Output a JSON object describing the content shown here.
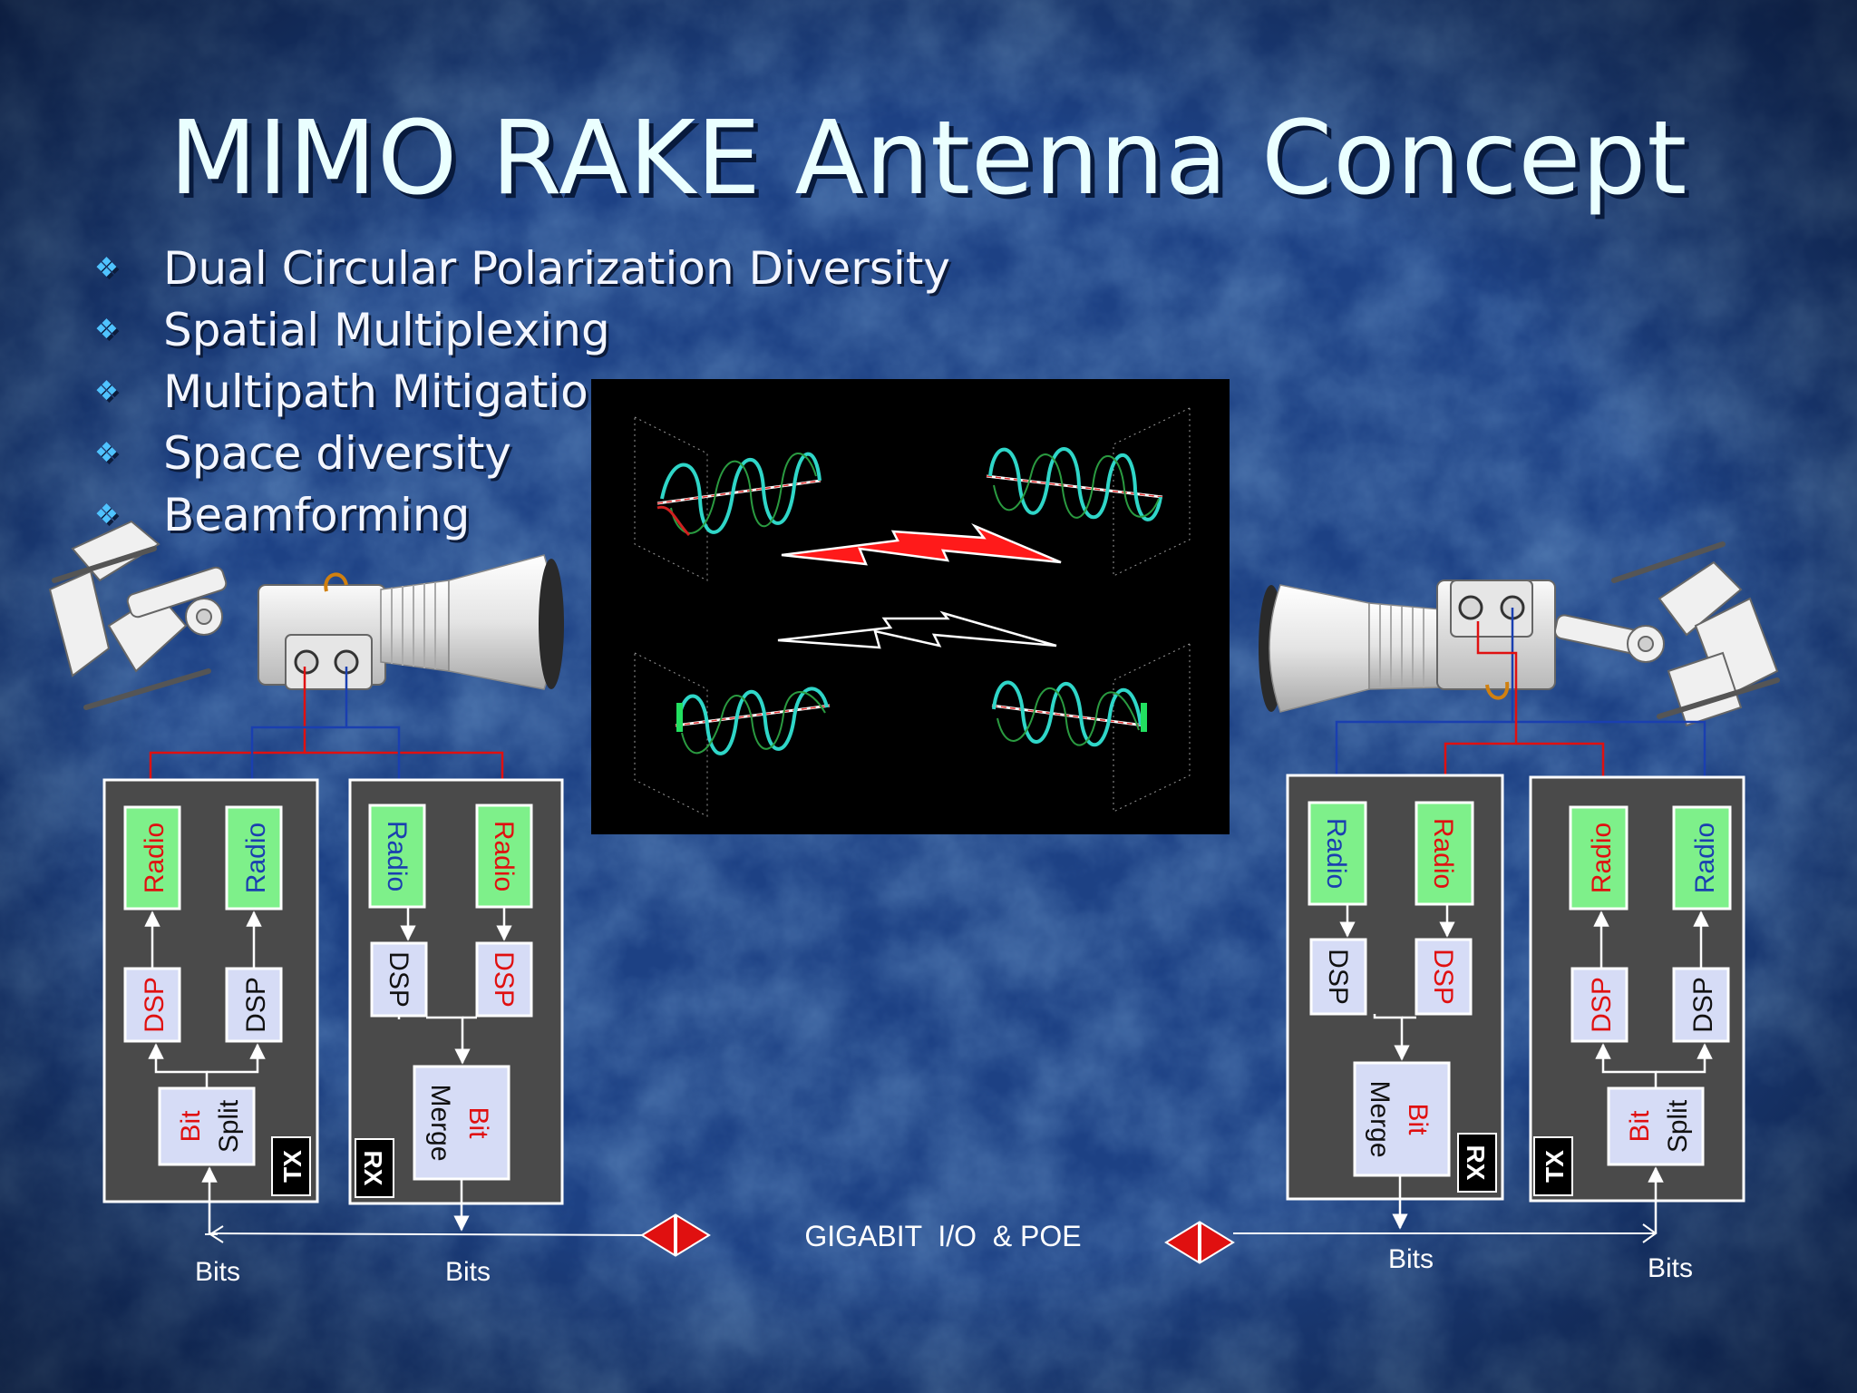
{
  "title": "MIMO RAKE Antenna Concept",
  "bullets": [
    "Dual Circular Polarization Diversity",
    "Spatial Multiplexing",
    "Multipath Mitigation",
    "Space diversity",
    "Beamforming"
  ],
  "bullet_icon": "diamond-bullet-icon",
  "colors": {
    "background": "#1c3f7c",
    "title": "#eaffff",
    "block_bg": "#4a4a4a",
    "radio_box": "#7ef08a",
    "dsp_box": "#d6dcf6",
    "red": "#e01010",
    "blue": "#1a3fb0",
    "helix": "#2fd6c8"
  },
  "labels": {
    "radio": "Radio",
    "dsp": "DSP",
    "bit": "Bit",
    "split": "Split",
    "merge": "Merge",
    "tx": "TX",
    "rx": "RX",
    "bits": "Bits",
    "gigabit": "GIGABIT  I/O  & POE"
  }
}
